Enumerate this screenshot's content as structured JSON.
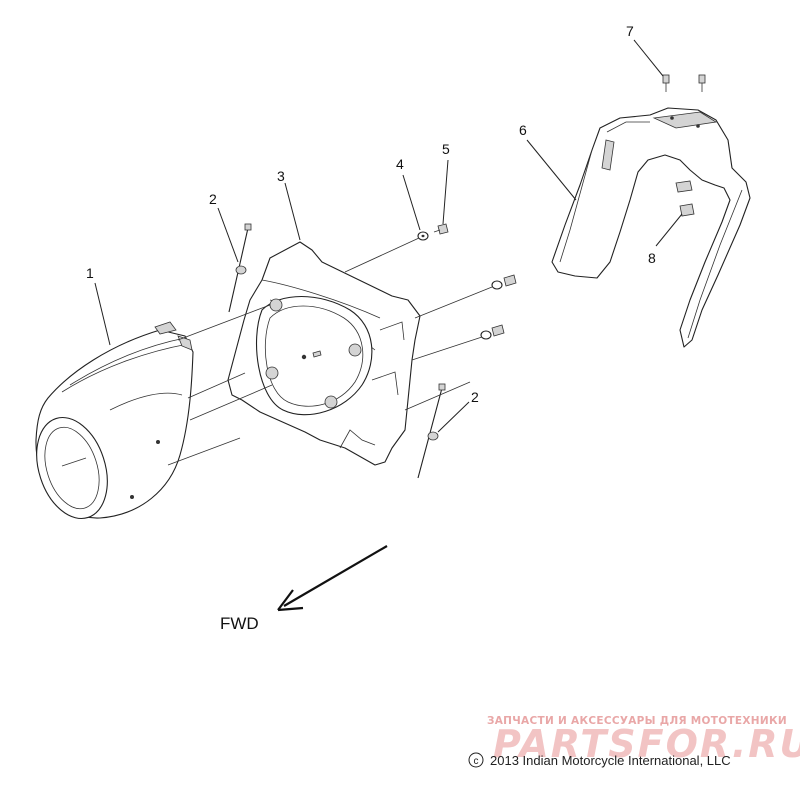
{
  "callouts": {
    "c1": "1",
    "c2a": "2",
    "c2b": "2",
    "c3": "3",
    "c4": "4",
    "c5": "5",
    "c6": "6",
    "c7": "7",
    "c8": "8"
  },
  "direction": {
    "label": "FWD"
  },
  "watermark": {
    "tagline": "ЗАПЧАСТИ И АКСЕССУАРЫ ДЛЯ МОТОТЕХНИКИ",
    "brand": "PARTSFOR.RU"
  },
  "copyright": {
    "symbol": "c",
    "text": "2013 Indian Motorcycle International, LLC"
  },
  "colors": {
    "line": "#222222",
    "shade": "#d4d4d4",
    "watermark": "#e9a7a7"
  }
}
